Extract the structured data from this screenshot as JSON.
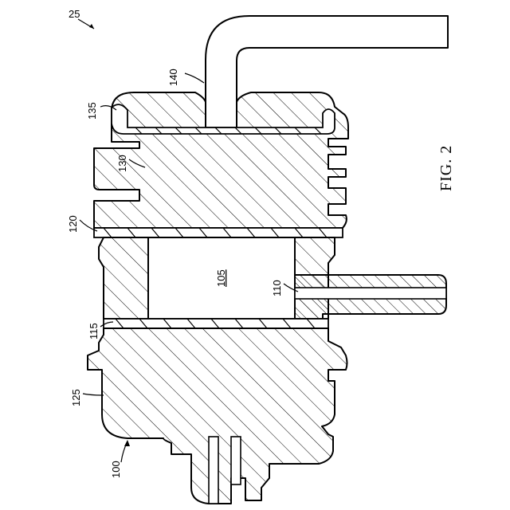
{
  "figure_title": "FIG. 2",
  "labels": {
    "assembly": "25",
    "housing": "100",
    "chamber": "105",
    "outlet_port": "110",
    "lower_seal": "115",
    "upper_seal": "120",
    "base_block": "125",
    "cap_block": "130",
    "cap_rim": "135",
    "inlet_tube": "140"
  },
  "colors": {
    "ink": "#000000",
    "background": "#ffffff"
  }
}
